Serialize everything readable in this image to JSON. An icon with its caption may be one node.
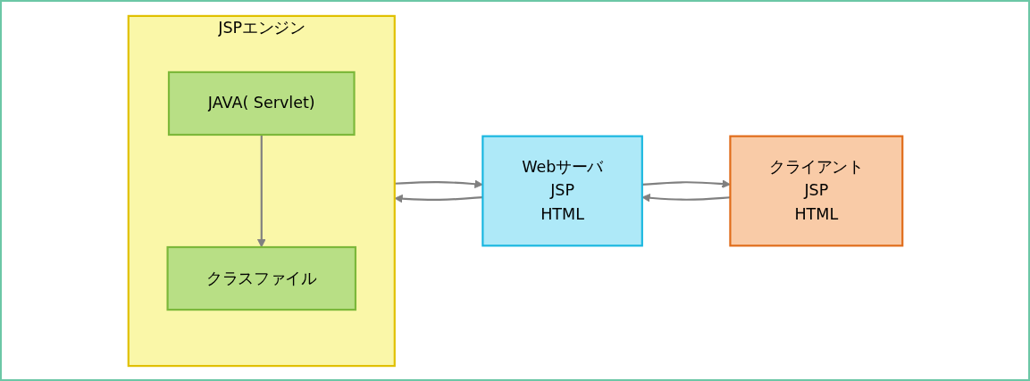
{
  "diagram": {
    "nodes": [
      {
        "text": [
          "クライアント",
          "JSP",
          "HTML"
        ]
      },
      {
        "text": [
          "Webサーバ",
          "JSP",
          "HTML"
        ]
      },
      {
        "text": [
          "JSPエンジン"
        ]
      },
      {
        "text": [
          "JAVA( Servlet)"
        ],
        "in": 2
      },
      {
        "text": [
          "クラスファイル"
        ],
        "in": 2
      }
    ],
    "edges": [
      {
        "from": 0,
        "to": 1,
        "arrow": "to"
      },
      {
        "from": 1,
        "to": 2,
        "arrow": "to"
      },
      {
        "from": 2,
        "to": 1,
        "arrow": "to"
      },
      {
        "from": 1,
        "to": 0,
        "arrow": "to"
      },
      {
        "from": 3,
        "to": 4,
        "arrow": "to"
      }
    ]
  }
}
